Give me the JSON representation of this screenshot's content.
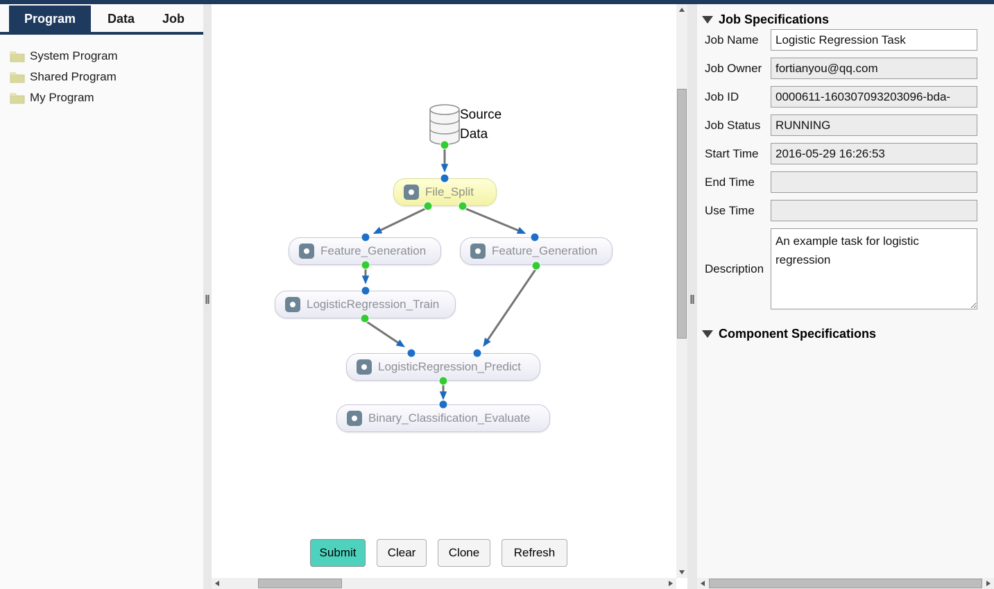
{
  "topnav": {
    "tabs": [
      {
        "label": "Program",
        "active": true
      },
      {
        "label": "Data",
        "active": false
      },
      {
        "label": "Job",
        "active": false
      }
    ]
  },
  "sidebar": {
    "items": [
      {
        "label": "System Program"
      },
      {
        "label": "Shared Program"
      },
      {
        "label": "My Program"
      }
    ]
  },
  "canvas": {
    "source_label_line1": "Source",
    "source_label_line2": "Data",
    "nodes": [
      {
        "label": "File_Split",
        "highlighted": true
      },
      {
        "label": "Feature_Generation",
        "highlighted": false
      },
      {
        "label": "Feature_Generation",
        "highlighted": false
      },
      {
        "label": "LogisticRegression_Train",
        "highlighted": false
      },
      {
        "label": "LogisticRegression_Predict",
        "highlighted": false
      },
      {
        "label": "Binary_Classification_Evaluate",
        "highlighted": false
      }
    ],
    "buttons": [
      {
        "label": "Submit",
        "style": "primary"
      },
      {
        "label": "Clear",
        "style": "default"
      },
      {
        "label": "Clone",
        "style": "default"
      },
      {
        "label": "Refresh",
        "style": "default"
      }
    ]
  },
  "job_panel": {
    "title": "Job Specifications",
    "fields": [
      {
        "label": "Job Name",
        "value": "Logistic Regression Task",
        "editable": true
      },
      {
        "label": "Job Owner",
        "value": "fortianyou@qq.com",
        "editable": false
      },
      {
        "label": "Job ID",
        "value": "0000611-160307093203096-bda-",
        "editable": false
      },
      {
        "label": "Job Status",
        "value": "RUNNING",
        "editable": false
      },
      {
        "label": "Start Time",
        "value": "2016-05-29 16:26:53",
        "editable": false
      },
      {
        "label": "End Time",
        "value": "",
        "editable": false
      },
      {
        "label": "Use Time",
        "value": "",
        "editable": false
      }
    ],
    "description_label": "Description",
    "description_value": "An example task for logistic regression",
    "component_title": "Component Specifications"
  },
  "colors": {
    "navy": "#1e3a5f",
    "submit_teal": "#4ed2be",
    "port_green": "#33cc33",
    "port_blue": "#1e6fc8",
    "edge_gray": "#757575",
    "node_highlight": "#f3f3a6"
  }
}
